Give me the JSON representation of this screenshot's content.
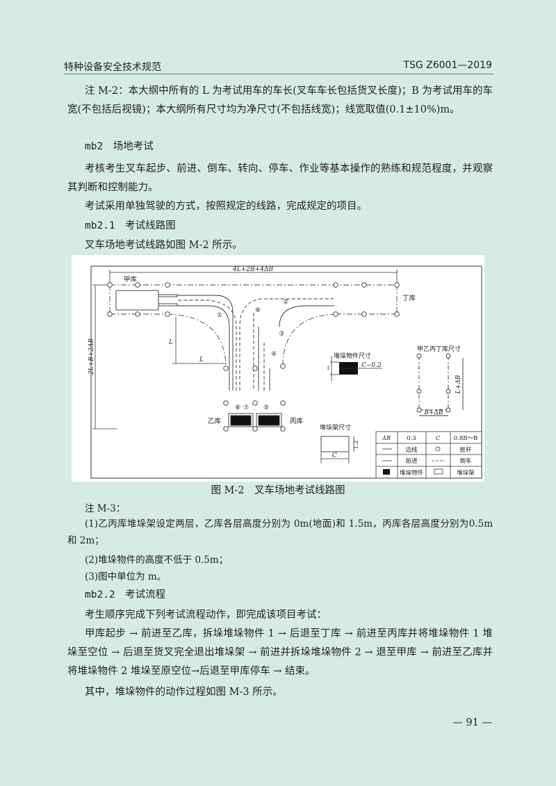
{
  "header": {
    "left": "特种设备安全技术规范",
    "right": "TSG Z6001—2019"
  },
  "note_m2": "注 M-2：本大纲中所有的 L 为考试用车的车长(叉车车长包括货叉长度)；B 为考试用车的车宽(不包括后视镜)；本大纲所有尺寸均为净尺寸(不包括线宽)；线宽取值(0.1±10%)m。",
  "section_mb2": {
    "title": "mb2　场地考试",
    "p1": "考核考生叉车起步、前进、倒车、转向、停车、作业等基本操作的熟练和规范程度，并观察其判断和控制能力。",
    "p2": "考试采用单独驾驶的方式，按照规定的线路，完成规定的项目。"
  },
  "section_mb21": {
    "title": "mb2.1　考试线路图",
    "p1": "叉车场地考试线路如图 M-2 所示。"
  },
  "figure": {
    "caption": "图 M-2　叉车场地考试线路图",
    "dim_top": "4L+2B+4ΔB",
    "dim_left": "2L+B+2ΔB",
    "dim_L": "L",
    "labels": {
      "jia": "甲库",
      "yi": "乙库",
      "bing": "丙库",
      "ding": "丁库"
    },
    "route_numbers": [
      "①",
      "②",
      "③",
      "④",
      "⑤",
      "⑥",
      "⑦",
      "⑧"
    ],
    "stack_item_size": {
      "title": "堆垛物件尺寸",
      "dim": "C−0.2",
      "dim2": "1"
    },
    "bay_size": {
      "title": "甲乙丙丁库尺寸",
      "width": "B+ΔB",
      "length": "L+ΔB"
    },
    "rack_size": {
      "title": "堆垛架尺寸",
      "width": "C",
      "height": "1.2"
    },
    "legend_table": [
      [
        "ΔB",
        "0.3",
        "C",
        "0.8B～B"
      ],
      [
        "",
        "边线",
        "",
        "桩杆"
      ],
      [
        "",
        "前进",
        "",
        "倒车"
      ],
      [
        "",
        "堆垛物件",
        "",
        "堆垛架"
      ]
    ]
  },
  "note_m3": {
    "title": "注 M-3：",
    "items": [
      "(1)乙丙库堆垛架设定两层，乙库各层高度分别为 0m(地面)和 1.5m，丙库各层高度分别为0.5m 和 2m；",
      "(2)堆垛物件的高度不低于 0.5m；",
      "(3)图中单位为 m。"
    ]
  },
  "section_mb22": {
    "title": "mb2.2　考试流程",
    "p1": "考生顺序完成下列考试流程动作，即完成该项目考试：",
    "p2": "甲库起步 → 前进至乙库，拆垛堆垛物件 1 → 后退至丁库 → 前进至丙库并将堆垛物件 1 堆垛至空位 → 后退至货叉完全退出堆垛架 → 前进并拆垛堆垛物件 2 → 退至甲库 → 前进至乙库并将堆垛物件 2 堆垛至原空位→后退至甲库停车 → 结束。",
    "p3": "其中，堆垛物件的动作过程如图 M-3 所示。"
  },
  "page_number": "— 91 —"
}
